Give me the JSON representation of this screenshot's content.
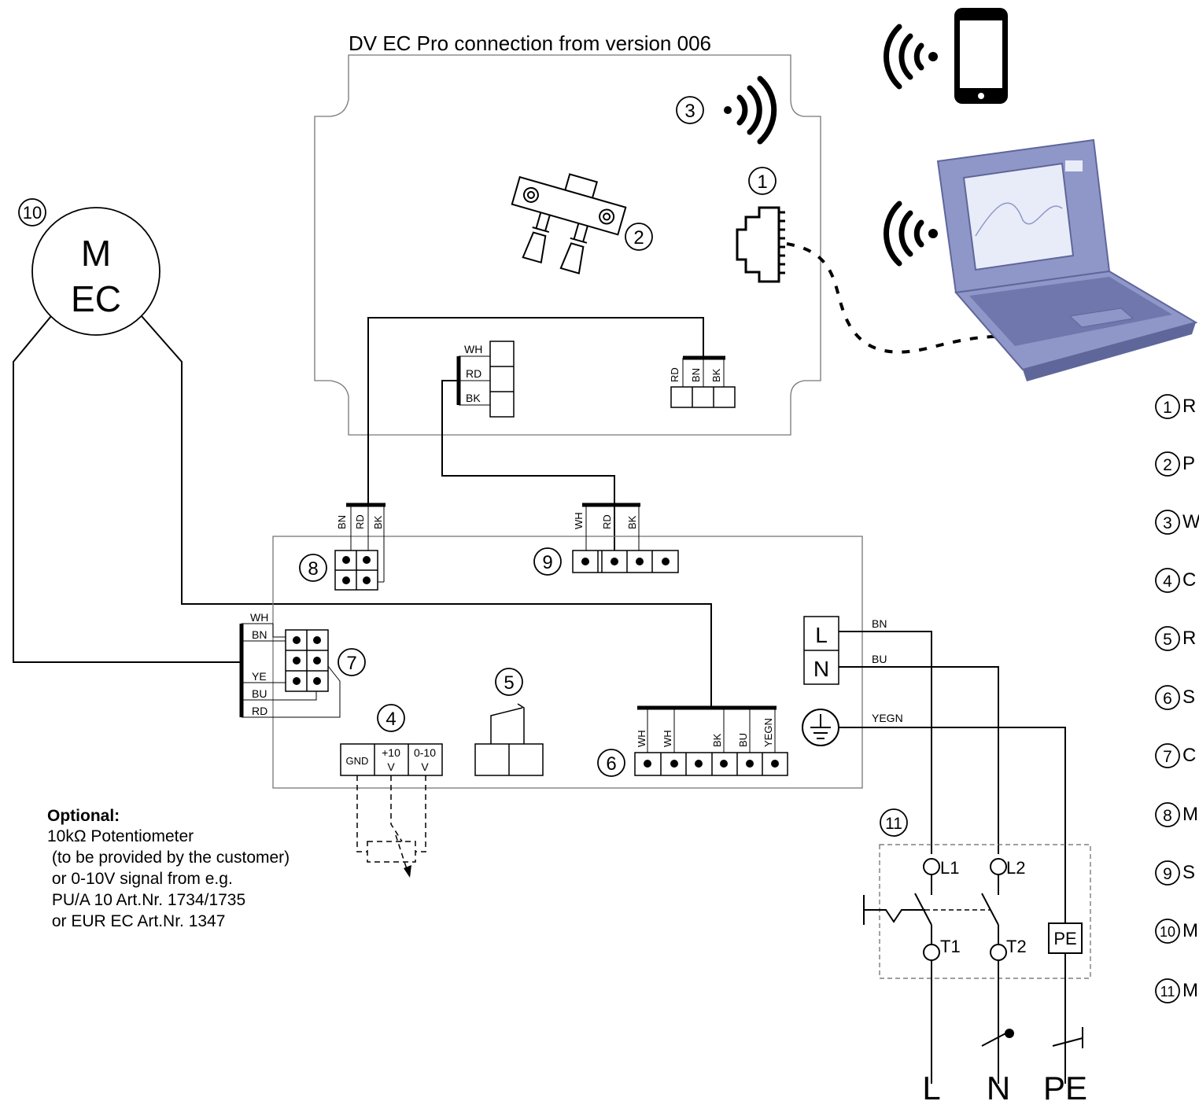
{
  "title": "DV EC Pro connection from version 006",
  "markers": {
    "m1": "1",
    "m2": "2",
    "m3": "3",
    "m4": "4",
    "m5": "5",
    "m6": "6",
    "m7": "7",
    "m8": "8",
    "m9": "9",
    "m10": "10",
    "m11": "11"
  },
  "motor": {
    "line1": "M",
    "line2": "EC"
  },
  "wire_colors": {
    "wh": "WH",
    "rd": "RD",
    "bk": "BK",
    "bn": "BN",
    "bu": "BU",
    "ye": "YE",
    "yegn": "YEGN"
  },
  "terminal4": {
    "gnd": "GND",
    "plus10_a": "+10",
    "plus10_b": "V",
    "sig_a": "0-10",
    "sig_b": "V"
  },
  "supply": {
    "l": "L",
    "n": "N",
    "l1": "L1",
    "l2": "L2",
    "t1": "T1",
    "t2": "T2",
    "pe": "PE"
  },
  "bottom_labels": {
    "l": "L",
    "n": "N",
    "pe": "PE"
  },
  "optional": {
    "heading": "Optional:",
    "lines": [
      "10kΩ Potentiometer",
      " (to be provided by the customer)",
      " or 0-10V signal from e.g.",
      " PU/A 10 Art.Nr. 1734/1735",
      " or EUR EC Art.Nr. 1347"
    ]
  },
  "legend": {
    "items": [
      {
        "num": "1",
        "text": "R"
      },
      {
        "num": "2",
        "text": "P"
      },
      {
        "num": "3",
        "text": "W"
      },
      {
        "num": "4",
        "text": "C"
      },
      {
        "num": "5",
        "text": "R"
      },
      {
        "num": "6",
        "text": "S"
      },
      {
        "num": "7",
        "text": "C"
      },
      {
        "num": "8",
        "text": "M"
      },
      {
        "num": "9",
        "text": "S"
      },
      {
        "num": "10",
        "text": "M"
      },
      {
        "num": "11",
        "text": "M"
      }
    ]
  },
  "colors": {
    "line": "#000000",
    "laptop": "#8f97c9",
    "laptop_dark": "#5f669a",
    "screen": "#e8ecf8"
  }
}
